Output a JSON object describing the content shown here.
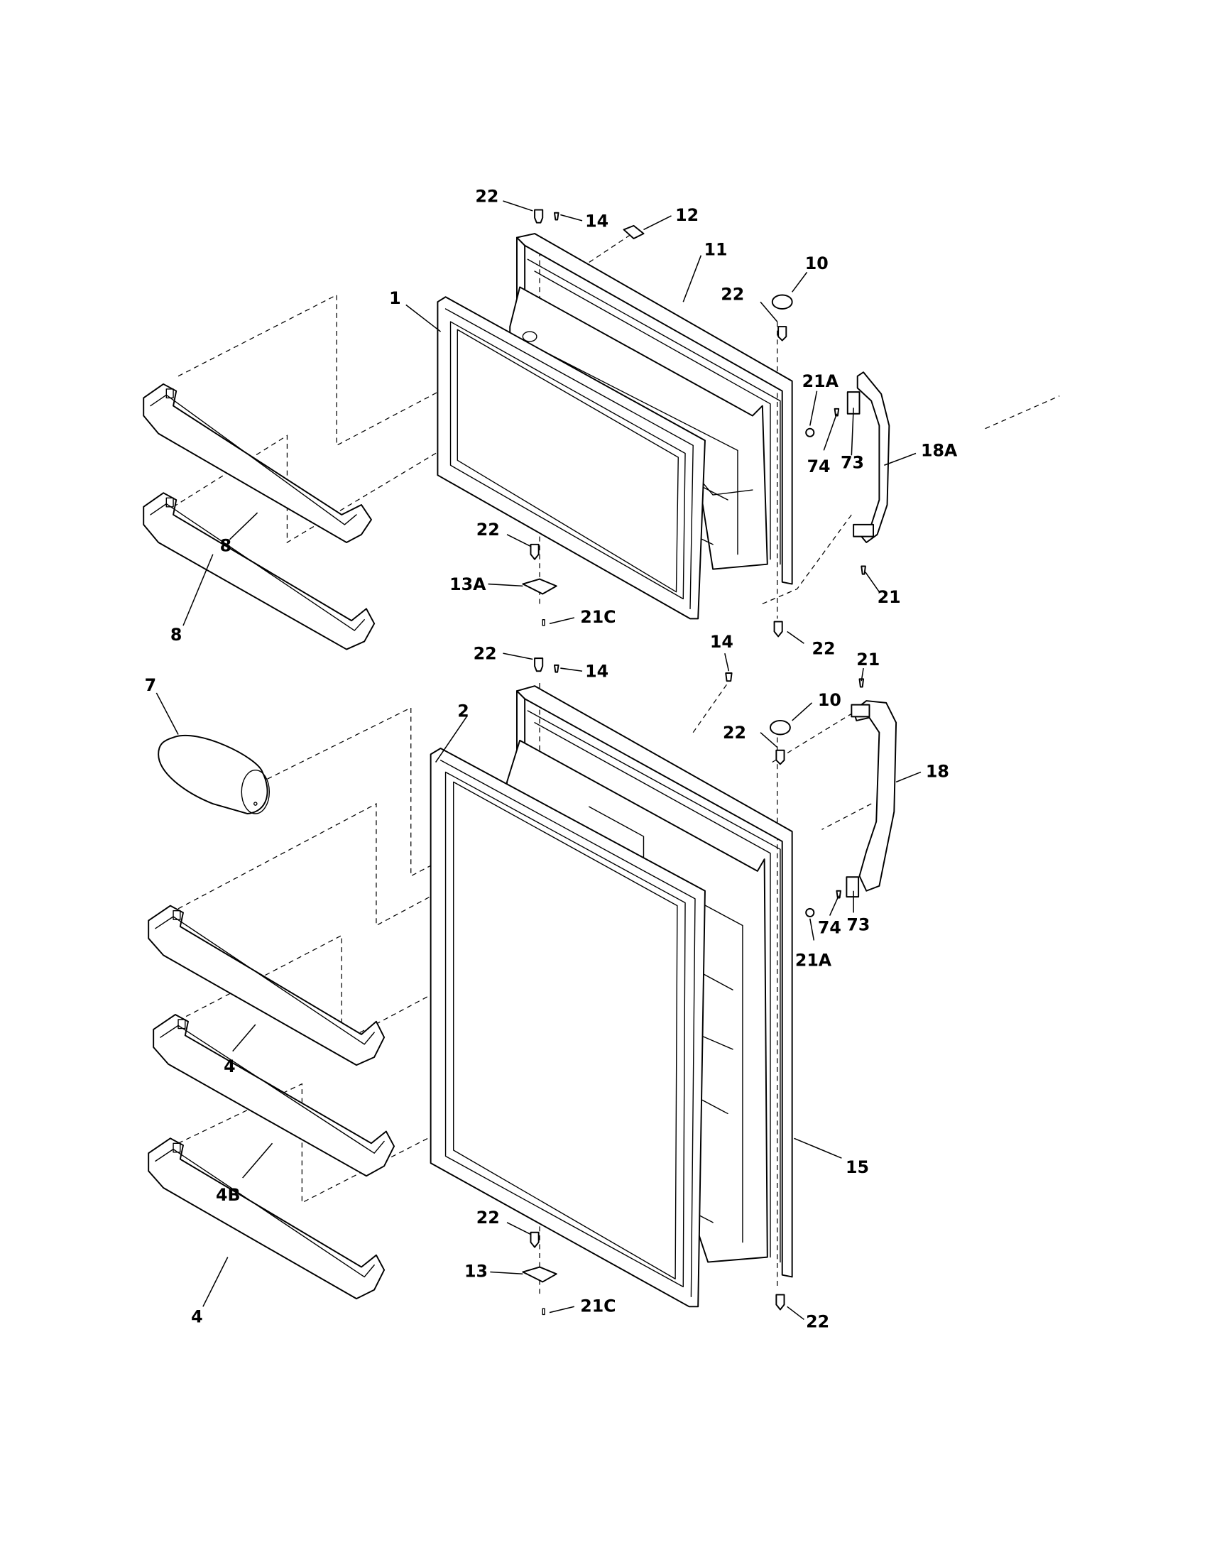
{
  "callouts": {
    "c22_a": "22",
    "c14_a": "14",
    "c12": "12",
    "c11": "11",
    "c10_a": "10",
    "c1": "1",
    "c22_b": "22",
    "c21A_a": "21A",
    "c74_a": "74",
    "c73_a": "73",
    "c18A": "18A",
    "c8_a": "8",
    "c8_b": "8",
    "c22_c": "22",
    "c13A": "13A",
    "c21C_a": "21C",
    "c21_a": "21",
    "c22_d": "22",
    "c22_e": "22",
    "c14_b": "14",
    "c14_c": "14",
    "c21_b": "21",
    "c10_b": "10",
    "c7": "7",
    "c2": "2",
    "c22_f": "22",
    "c18": "18",
    "c74_b": "74",
    "c73_b": "73",
    "c21A_b": "21A",
    "c4_a": "4",
    "c4B": "4B",
    "c15": "15",
    "c22_g": "22",
    "c13": "13",
    "c21C_b": "21C",
    "c22_h": "22",
    "c4_b": "4"
  },
  "colors": {
    "line": "#000000",
    "background": "#ffffff"
  }
}
